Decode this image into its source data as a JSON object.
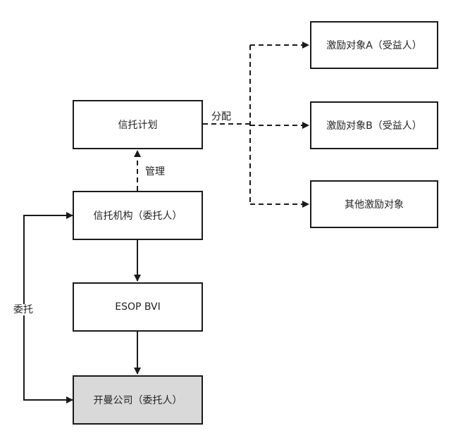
{
  "diagram": {
    "nodes": {
      "trust_plan": "信托计划",
      "trust_institution": "信托机构（委托人）",
      "esop_bvi": "ESOP BVI",
      "company": "开曼公司（委托人）",
      "target_a": "激励对象A（受益人）",
      "target_b": "激励对象B（受益人）",
      "other_targets": "其他激励对象"
    },
    "edge_labels": {
      "distribute": "分配",
      "manage": "管理",
      "entrust": "委托"
    },
    "colors": {
      "line": "#1a1a1a",
      "shaded_box": "#d9d9d9"
    }
  }
}
